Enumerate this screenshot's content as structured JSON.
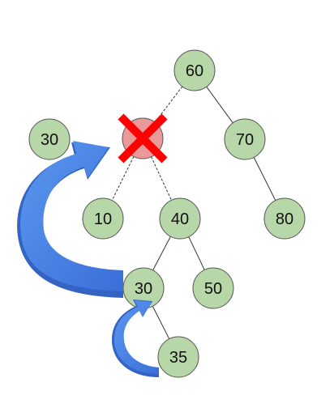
{
  "diagram": {
    "type": "binary-search-tree-deletion",
    "colors": {
      "node_fill": "#b7d7a8",
      "node_stroke": "#555555",
      "deleted_fill": "#ea9999",
      "cross": "#ff0000",
      "arrow_fill": "#4a86e8",
      "arrow_shadow": "#3463c4",
      "edge": "#333333"
    },
    "nodes": [
      {
        "id": "n60",
        "label": "60"
      },
      {
        "id": "n70",
        "label": "70"
      },
      {
        "id": "n80",
        "label": "80"
      },
      {
        "id": "n10",
        "label": "10"
      },
      {
        "id": "n40",
        "label": "40"
      },
      {
        "id": "n30",
        "label": "30"
      },
      {
        "id": "n50",
        "label": "50"
      },
      {
        "id": "n35",
        "label": "35"
      },
      {
        "id": "n30-moved",
        "label": "30"
      }
    ],
    "deleted_node": {
      "id": "deleted",
      "label": "",
      "icon": "red-x-cross-icon"
    },
    "edges": [
      [
        "n60",
        "deleted",
        "dashed"
      ],
      [
        "n60",
        "n70",
        "solid"
      ],
      [
        "n70",
        "n80",
        "solid"
      ],
      [
        "deleted",
        "n10",
        "dashed"
      ],
      [
        "deleted",
        "n40",
        "dashed"
      ],
      [
        "n40",
        "n30",
        "solid"
      ],
      [
        "n40",
        "n50",
        "solid"
      ],
      [
        "n30",
        "n35",
        "solid"
      ]
    ],
    "arrows": [
      {
        "name": "arrow-successor-to-deleted",
        "from": "n30",
        "to": "deleted"
      },
      {
        "name": "arrow-child-to-successor",
        "from": "n35",
        "to": "n30"
      }
    ]
  }
}
